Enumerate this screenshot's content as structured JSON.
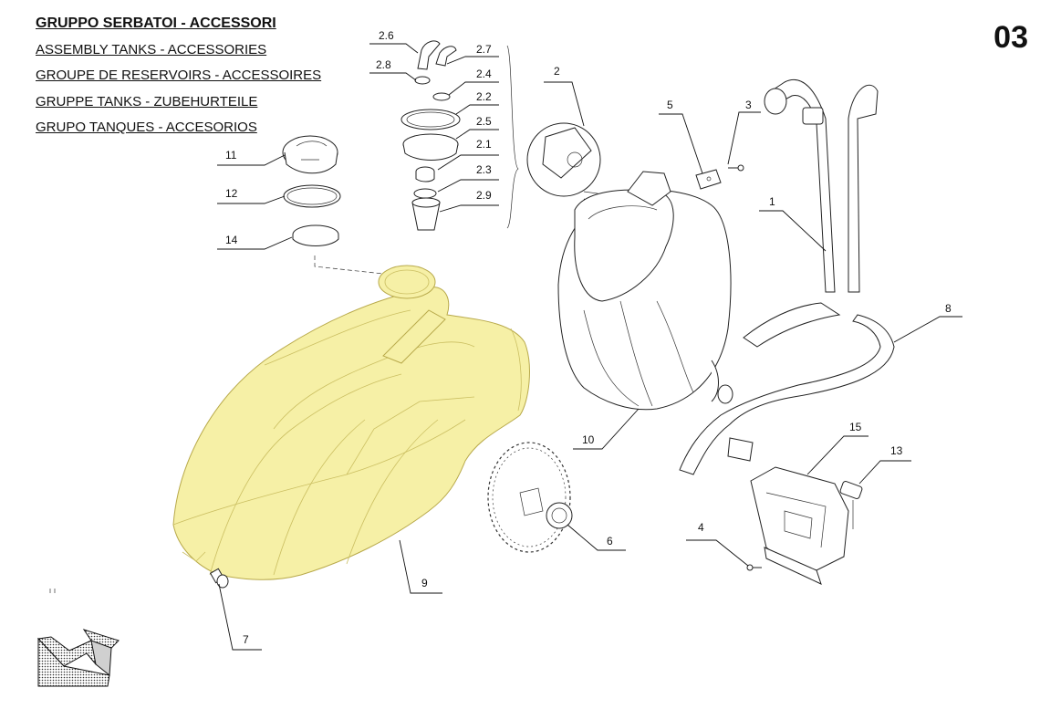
{
  "titles": {
    "main": "GRUPPO SERBATOI - ACCESSORI",
    "en": "ASSEMBLY TANKS - ACCESSORIES",
    "fr": "GROUPE DE RESERVOIRS - ACCESSOIRES",
    "de": "GRUPPE TANKS - ZUBEHURTEILE",
    "es": "GRUPO TANQUES - ACCESORIOS"
  },
  "page_number": "03",
  "callouts": {
    "c2_6": "2.6",
    "c2_7": "2.7",
    "c2_8": "2.8",
    "c2_4": "2.4",
    "c2_2": "2.2",
    "c2_5": "2.5",
    "c2_1": "2.1",
    "c2_3": "2.3",
    "c2_9": "2.9",
    "c2": "2",
    "c5": "5",
    "c3": "3",
    "c1": "1",
    "c8": "8",
    "c11": "11",
    "c12": "12",
    "c14": "14",
    "c10": "10",
    "c15": "15",
    "c13": "13",
    "c4": "4",
    "c6": "6",
    "c9": "9",
    "c7": "7"
  },
  "colors": {
    "highlight": "#f6f0a6",
    "line": "#111111"
  }
}
